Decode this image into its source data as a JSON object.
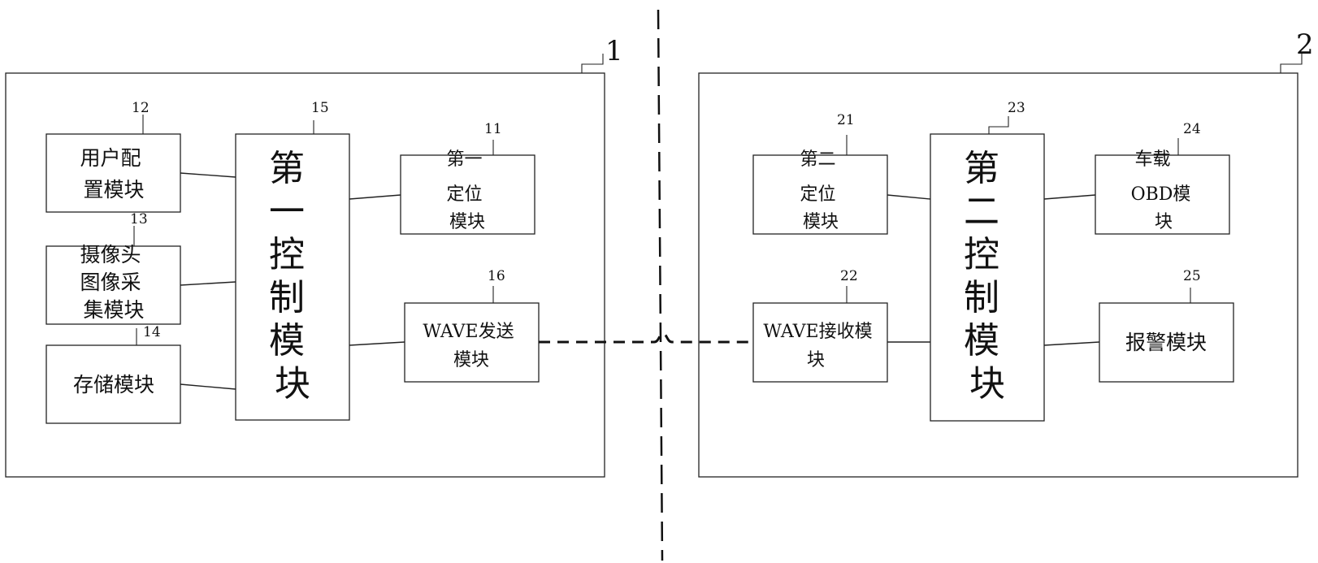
{
  "device1": {
    "ref": "1",
    "modules": {
      "user_config": {
        "ref": "12",
        "lines": [
          "用户配",
          "置模块"
        ]
      },
      "camera": {
        "ref": "13",
        "lines": [
          "摄像头",
          "图像采",
          "集模块"
        ]
      },
      "storage": {
        "ref": "14",
        "lines": [
          "存储模块"
        ]
      },
      "control": {
        "ref": "15",
        "lines": [
          "第",
          "一",
          "控",
          "制",
          "模",
          "块"
        ]
      },
      "positioning": {
        "ref": "11",
        "lines": [
          "第一",
          "定位",
          "模块"
        ]
      },
      "wave_send": {
        "ref": "16",
        "lines": [
          "WAVE发送",
          "模块"
        ]
      }
    }
  },
  "device2": {
    "ref": "2",
    "modules": {
      "positioning": {
        "ref": "21",
        "lines": [
          "第二",
          "定位",
          "模块"
        ]
      },
      "wave_receive": {
        "ref": "22",
        "lines": [
          "WAVE接收模",
          "块"
        ]
      },
      "control": {
        "ref": "23",
        "lines": [
          "第",
          "二",
          "控",
          "制",
          "模",
          "块"
        ]
      },
      "obd": {
        "ref": "24",
        "lines": [
          "车载",
          "OBD模",
          "块"
        ]
      },
      "alarm": {
        "ref": "25",
        "lines": [
          "报警模块"
        ]
      }
    }
  }
}
